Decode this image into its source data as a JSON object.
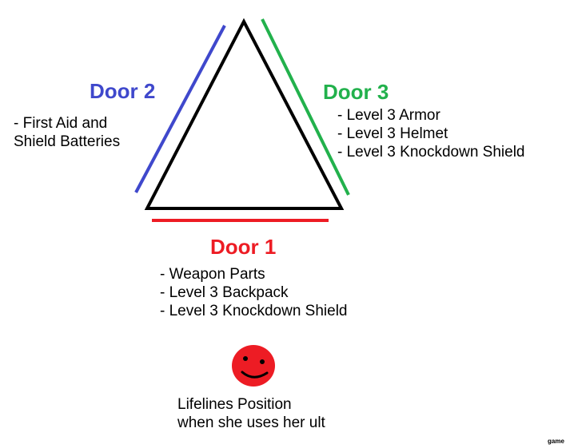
{
  "colors": {
    "door1": "#ed1c24",
    "door2": "#3f48cc",
    "door3": "#22b14c",
    "lifeline": "#ed1c24"
  },
  "door2": {
    "title": "Door 2",
    "items": [
      "- First Aid and",
      "Shield Batteries"
    ]
  },
  "door3": {
    "title": "Door 3",
    "items": [
      "- Level 3 Armor",
      "- Level 3 Helmet",
      "- Level 3 Knockdown Shield"
    ]
  },
  "door1": {
    "title": "Door 1",
    "items": [
      "- Weapon Parts",
      "- Level 3 Backpack",
      "- Level 3 Knockdown Shield"
    ]
  },
  "lifeline": {
    "icon": "smiley-face-icon",
    "caption": [
      "Lifelines Position",
      "when she uses her ult"
    ]
  },
  "watermark": "game"
}
